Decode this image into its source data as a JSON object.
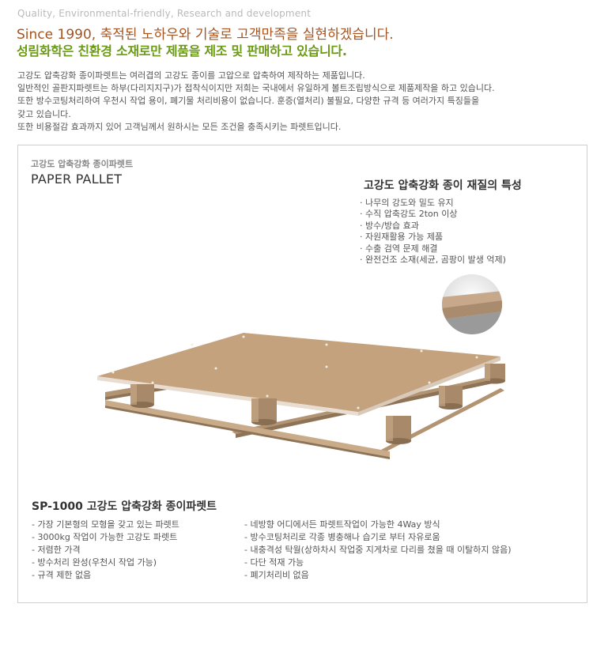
{
  "header": {
    "tagline": "Quality, Environmental-friendly, Research and development",
    "headline1": "Since 1990, 축적된 노하우와 기술로 고객만족을 실현하겠습니다.",
    "headline2": "성림화학은 친환경 소재로만 제품을 제조 및 판매하고 있습니다."
  },
  "intro": [
    "고강도 압축강화 종이파렛트는 여러겹의 고강도 종이를 고압으로 압축하여 제작하는 제품입니다.",
    "일반적인 골판지파렛트는 하부(다리지지구)가 접착식이지만 저희는 국내에서 유일하게 볼트조립방식으로 제품제작을 하고 있습니다.",
    "또한 방수코팅처리하여 우천시 작업 용이, 폐기물 처리비용이 없습니다. 훈증(열처리) 불필요, 다양한 규격 등 여러가지 특징들을",
    "갖고 있습니다.",
    "또한 비용절감 효과까지 있어 고객님께서 원하시는 모든 조건을 충족시키는 파렛트입니다."
  ],
  "product": {
    "subtitle": "고강도 압축강화 종이파렛트",
    "title": "PAPER PALLET"
  },
  "features": {
    "title": "고강도 압축강화 종이 재질의 특성",
    "items": [
      "· 나무의 강도와 밀도 유지",
      "· 수직 압축강도 2ton 이상",
      "· 방수/방습 효과",
      "· 자원재활용 가능 제품",
      "· 수출 검역 문제 해결",
      "· 완전건조 소재(세균, 곰팡이 발생 억제)"
    ]
  },
  "spec": {
    "title": "SP-1000 고강도 압축강화 종이파렛트",
    "left": [
      "- 가장 기본형의 모형을 갖고 있는 파렛트",
      "- 3000kg 작업이 가능한 고강도 파렛트",
      "- 저렴한 가격",
      "- 방수처리 완성(우천시 작업 가능)",
      "- 규격 제한 없음"
    ],
    "right": [
      "- 네방향 어디에서든 파렛트작업이 가능한 4Way 방식",
      "- 방수코팅처리로 각종 병충해나 습기로 부터 자유로움",
      "- 내충격성 탁월(상하차시 작업중 지게차로 다리를 쳤을 때 이탈하지 않음)",
      "- 다단 적재 가능",
      "- 폐기처리비 없음"
    ]
  },
  "colors": {
    "headline1": "#a5531f",
    "headline2": "#6b9a14",
    "pallet": "#c4a27d",
    "border": "#cfcfcf"
  }
}
